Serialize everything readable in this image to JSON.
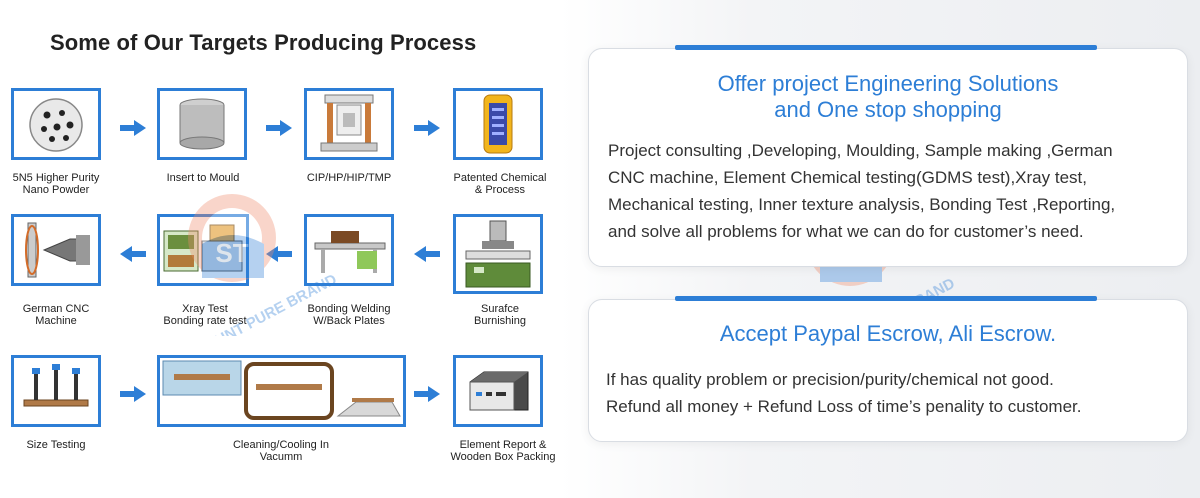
{
  "left": {
    "title": "Some of Our Targets Producing Process",
    "steps": [
      {
        "caption_1": "5N5 Higher Purity",
        "caption_2": "Nano Powder"
      },
      {
        "caption_1": "Insert to Mould",
        "caption_2": ""
      },
      {
        "caption_1": "CIP/HP/HIP/TMP",
        "caption_2": ""
      },
      {
        "caption_1": "Patented Chemical",
        "caption_2": "& Process"
      },
      {
        "caption_1": "Surafce",
        "caption_2": "Burnishing"
      },
      {
        "caption_1": "Bonding Welding",
        "caption_2": "W/Back Plates"
      },
      {
        "caption_1": "Xray Test",
        "caption_2": "Bonding rate test"
      },
      {
        "caption_1": "German CNC",
        "caption_2": "Machine"
      },
      {
        "caption_1": "Size Testing",
        "caption_2": ""
      },
      {
        "caption_1": "Cleaning/Cooling In Vacumm",
        "caption_2": ""
      },
      {
        "caption_1": "Element Report &",
        "caption_2": "Wooden Box Packing"
      }
    ]
  },
  "card1": {
    "heading_1": "Offer project Engineering Solutions",
    "heading_2": "and One stop shopping",
    "lines": [
      "Project consulting ,Developing, Moulding, Sample making ,German",
      "CNC machine, Element Chemical testing(GDMS test),Xray test,",
      "Mechanical testing, Inner texture analysis, Bonding Test ,Reporting,",
      "and solve all problems for what we can do for customer’s need."
    ]
  },
  "card2": {
    "heading": "Accept Paypal Escrow, Ali Escrow.",
    "lines": [
      "If has quality problem or precision/purity/chemical not good.",
      "Refund all money + Refund Loss of time’s penality to customer."
    ]
  },
  "watermark": {
    "text": "SAINT PURE BRAND",
    "monogram": "ST"
  },
  "colors": {
    "accent": "#2d7ed6",
    "text": "#333333"
  }
}
